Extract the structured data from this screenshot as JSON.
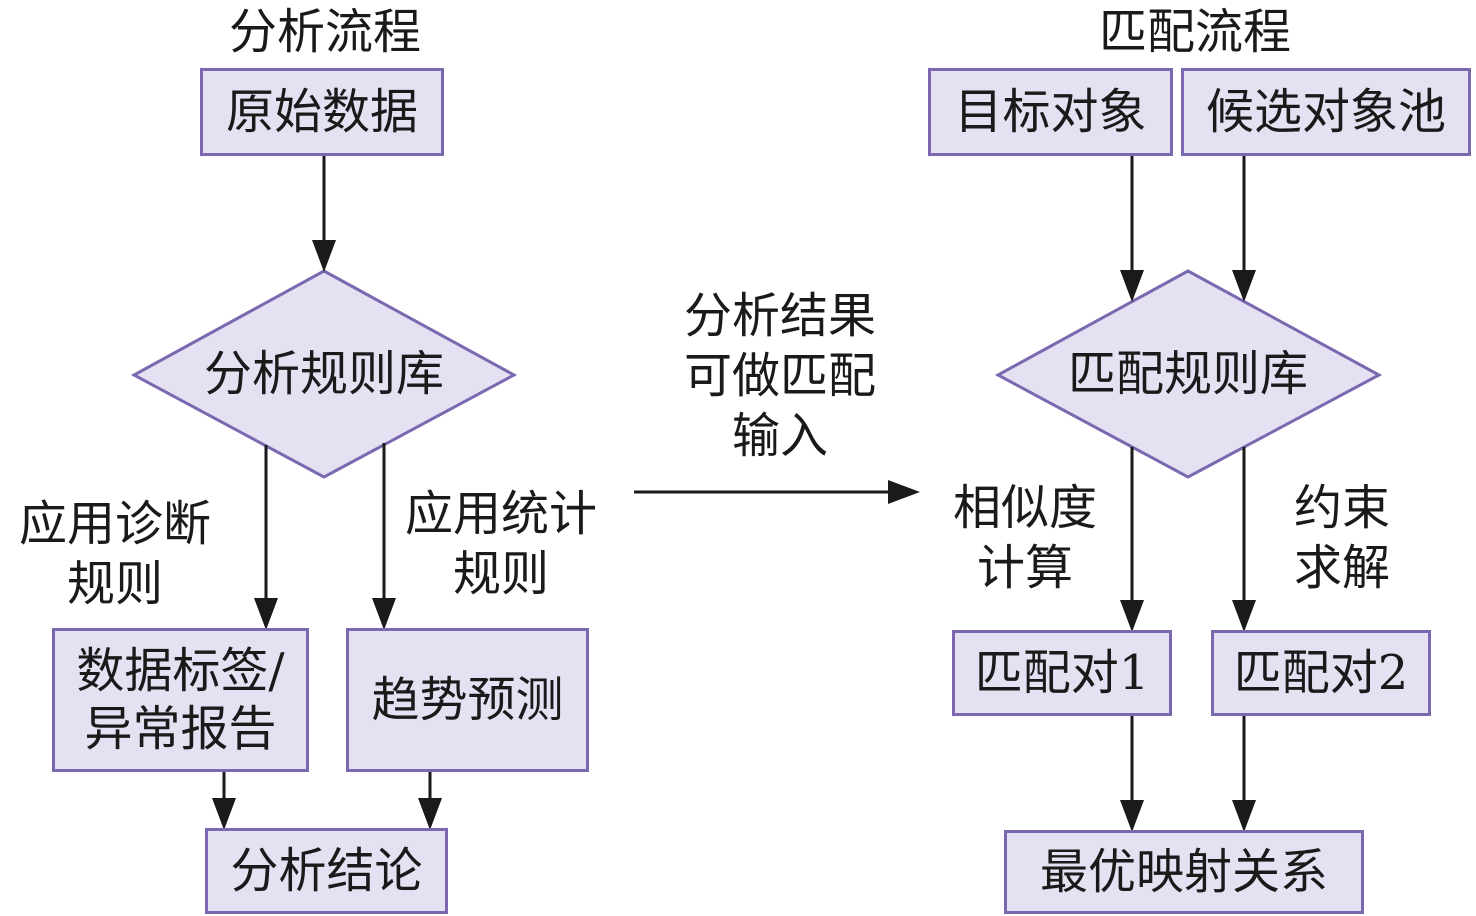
{
  "colors": {
    "box_fill": "#e4e1f2",
    "box_border": "#7b68b0",
    "arrow": "#1a1a1a",
    "text": "#1a1a1a"
  },
  "analysis": {
    "title": "分析流程",
    "raw_data": "原始数据",
    "rule_base": "分析规则库",
    "edge_left_label": "应用诊断\n规则",
    "edge_right_label": "应用统计\n规则",
    "labels_report": "数据标签/\n异常报告",
    "trend_forecast": "趋势预测",
    "conclusion": "分析结论"
  },
  "bridge": {
    "label": "分析结果\n可做匹配\n输入"
  },
  "matching": {
    "title": "匹配流程",
    "target_object": "目标对象",
    "candidate_pool": "候选对象池",
    "rule_base": "匹配规则库",
    "edge_left_label": "相似度\n计算",
    "edge_right_label": "约束\n求解",
    "pair1": "匹配对1",
    "pair2": "匹配对2",
    "result": "最优映射关系"
  }
}
